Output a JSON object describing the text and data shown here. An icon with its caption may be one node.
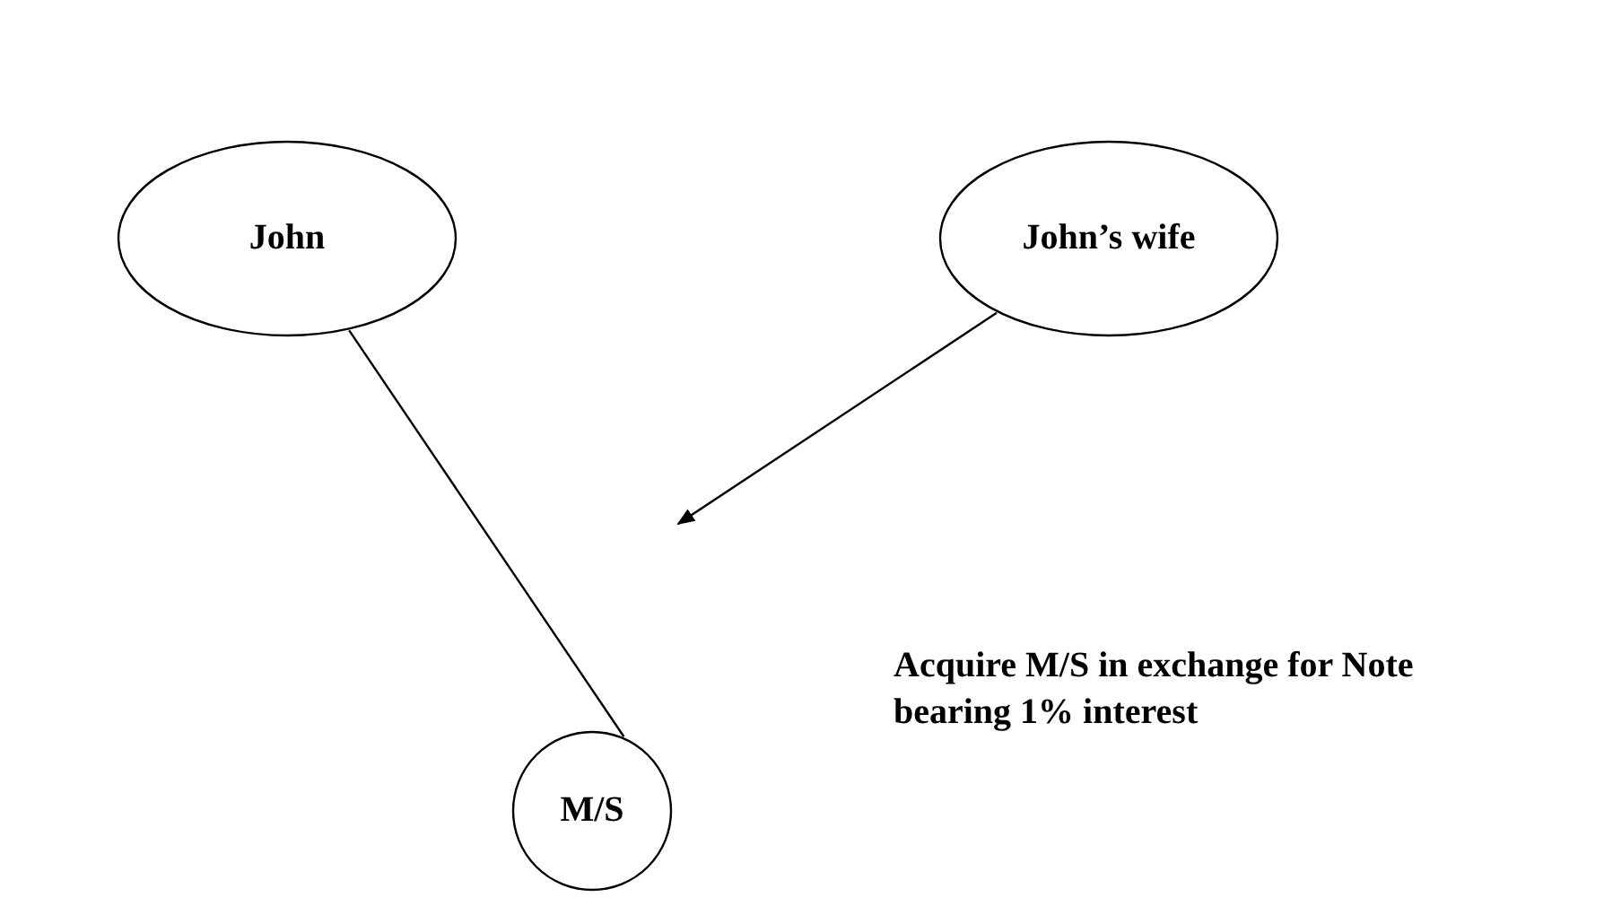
{
  "diagram": {
    "nodes": [
      {
        "text": [
          "John"
        ]
      },
      {
        "text": [
          "John’s wife"
        ]
      },
      {
        "text": [
          "M/S"
        ]
      }
    ],
    "edges": [
      {
        "from": 0,
        "to": 2,
        "arrow": "none"
      },
      {
        "from": 1,
        "to": null,
        "arrow": "to"
      }
    ],
    "labels": [
      "Acquire M/S in exchange for Note bearing 1% interest"
    ]
  }
}
